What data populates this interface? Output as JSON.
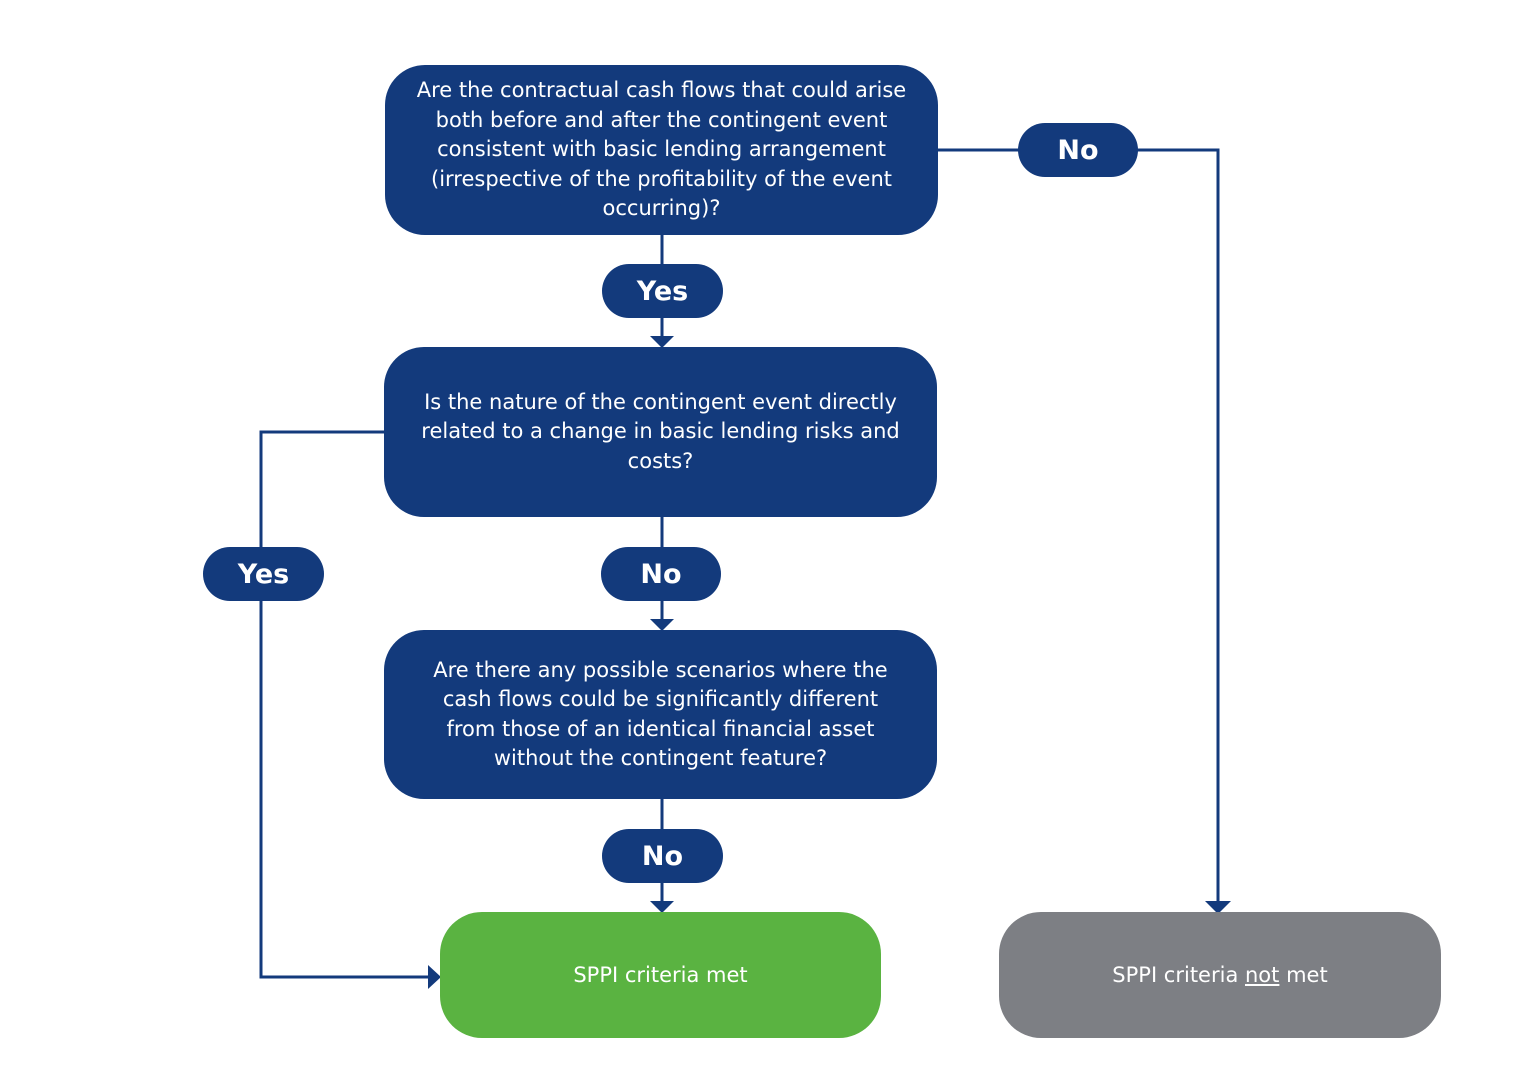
{
  "questions": {
    "q1": "Are the contractual cash flows that could arise both before and after the contingent event consistent with basic lending arrangement (irrespective of the profitability of the event occurring)?",
    "q2": "Is the nature of the contingent event directly related to a change in basic lending risks and costs?",
    "q3": "Are there any possible scenarios where the cash flows could be significantly different from those of an identical financial asset without the contingent feature?"
  },
  "answers": {
    "q1_no": "No",
    "q1_yes": "Yes",
    "q2_yes": "Yes",
    "q2_no": "No",
    "q3_no": "No"
  },
  "outcomes": {
    "met": "SPPI criteria met",
    "not_met_prefix": "SPPI criteria ",
    "not_met_emphasis": "not",
    "not_met_suffix": " met"
  },
  "colors": {
    "question_fill": "#133a7c",
    "connector": "#133a7c",
    "met_fill": "#5ab341",
    "not_met_fill": "#7d7f84"
  }
}
